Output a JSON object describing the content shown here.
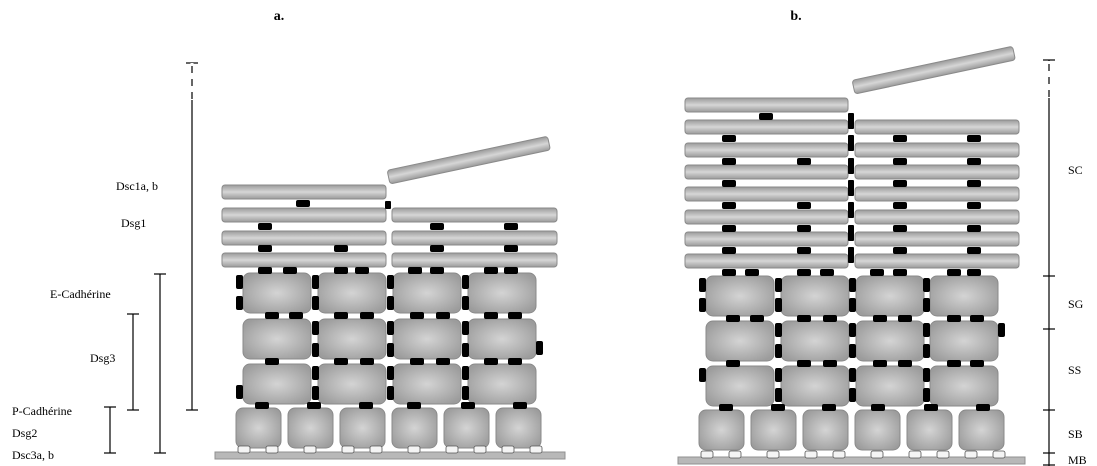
{
  "panels": {
    "a": "a.",
    "b": "b."
  },
  "labels_a": {
    "dsc1": "Dsc1a, b",
    "dsg1": "Dsg1",
    "ecad": "E-Cadhérine",
    "dsg3": "Dsg3",
    "pcad": "P-Cadhérine",
    "dsg2": "Dsg2",
    "dsc3": "Dsc3a, b"
  },
  "labels_b": {
    "sc": "SC",
    "sg": "SG",
    "ss": "SS",
    "sb": "SB",
    "mb": "MB"
  }
}
